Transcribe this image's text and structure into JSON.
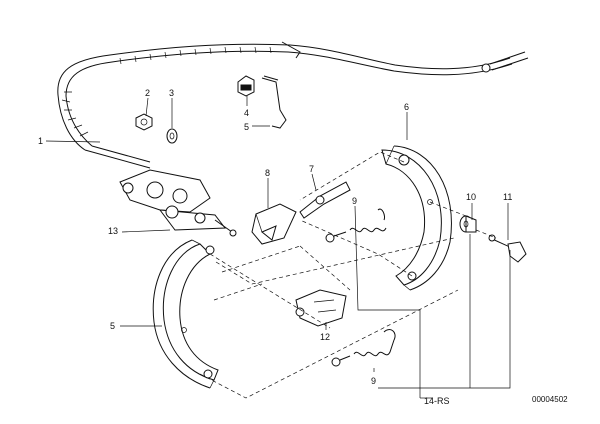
{
  "diagram": {
    "callouts": [
      {
        "id": "1",
        "text": "1"
      },
      {
        "id": "2",
        "text": "2"
      },
      {
        "id": "3",
        "text": "3"
      },
      {
        "id": "4",
        "text": "4"
      },
      {
        "id": "5",
        "text": "5"
      },
      {
        "id": "6",
        "text": "6"
      },
      {
        "id": "7",
        "text": "7"
      },
      {
        "id": "8",
        "text": "8"
      },
      {
        "id": "9a",
        "text": "9"
      },
      {
        "id": "10",
        "text": "10"
      },
      {
        "id": "11",
        "text": "11"
      },
      {
        "id": "12",
        "text": "12"
      },
      {
        "id": "13",
        "text": "13"
      },
      {
        "id": "5b",
        "text": "5"
      },
      {
        "id": "9b",
        "text": "9"
      }
    ],
    "kit_label": "14-RS",
    "image_number": "00004502"
  }
}
